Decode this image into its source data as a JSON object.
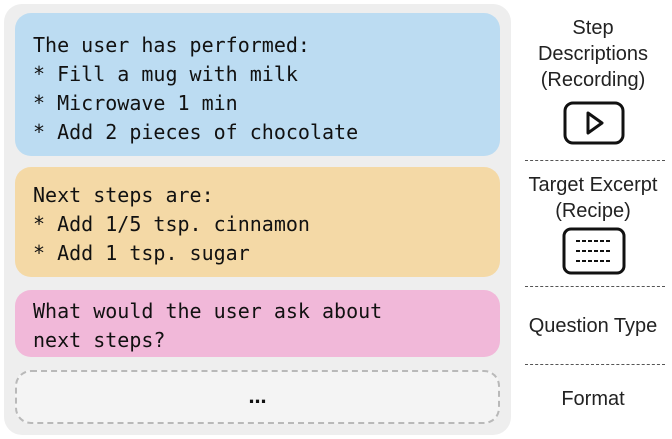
{
  "prompt_boxes": {
    "history": {
      "lines": [
        "The user has performed:",
        "* Fill a mug with milk",
        "* Microwave 1 min",
        "* Add 2 pieces of chocolate"
      ]
    },
    "next_steps": {
      "lines": [
        "Next steps are:",
        "* Add 1/5 tsp. cinnamon",
        "* Add 1 tsp. sugar"
      ]
    },
    "question": {
      "lines": [
        "What would the user ask about",
        "next steps?"
      ]
    },
    "more": {
      "text": "…"
    }
  },
  "side_labels": {
    "step_descriptions": [
      "Step",
      "Descriptions",
      "(Recording)"
    ],
    "target_excerpt": [
      "Target Excerpt",
      "(Recipe)"
    ],
    "question_type": "Question Type",
    "format": "Format"
  },
  "icons": {
    "recording": "play-icon",
    "recipe": "document-lines-icon"
  },
  "colors": {
    "panel": "#eeeeee",
    "history_box": "#bcdcf2",
    "next_steps_box": "#f4d9a6",
    "question_box": "#f1b8d9"
  }
}
